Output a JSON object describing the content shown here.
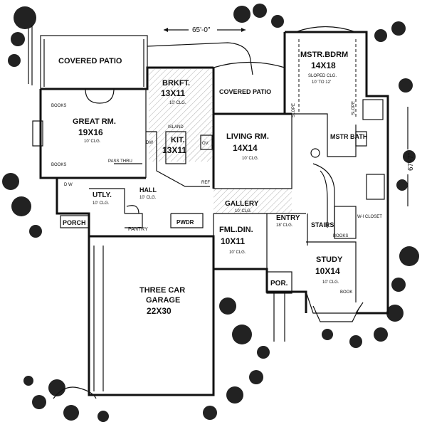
{
  "dimensions": {
    "width_total": "65'-0\"",
    "depth_total": "67'-7\""
  },
  "rooms": {
    "covered_patio_left": "COVERED PATIO",
    "covered_patio_center": "COVERED PATIO",
    "brkft_name": "BRKFT.",
    "brkft_size": "13X11",
    "brkft_clg": "10' CLG.",
    "great_name": "GREAT RM.",
    "great_size": "19X16",
    "great_clg": "10' CLG.",
    "kit_name": "KIT.",
    "kit_size": "13X11",
    "island": "ISLAND",
    "living_name": "LIVING RM.",
    "living_size": "14X14",
    "living_clg": "10' CLG.",
    "mstr_bdrm_name": "MSTR.BDRM",
    "mstr_bdrm_size": "14X18",
    "mstr_bdrm_clg1": "SLOPED CLG.",
    "mstr_bdrm_clg2": "10' TO 12'",
    "mstr_bath": "MSTR BATH",
    "slope_left": "SLOPE",
    "slope_right": "SLOPE",
    "wi_closet": "W-I CLOSET",
    "gallery": "GALLERY",
    "gallery_clg": "10' CLG.",
    "entry": "ENTRY",
    "entry_clg": "18' CLG.",
    "stairs": "STAIRS",
    "fml_din_name": "FML.DIN.",
    "fml_din_size": "10X11",
    "fml_din_clg": "10' CLG.",
    "study_name": "STUDY",
    "study_size": "10X14",
    "study_clg": "10' CLG.",
    "book": "BOOK",
    "books_study": "BOOKS",
    "books_great1": "BOOKS",
    "books_great2": "BOOKS",
    "pass_thru": "PASS THRU",
    "utly": "UTLY.",
    "utly_clg": "10' CLG.",
    "hall": "HALL",
    "hall_clg": "10' CLG.",
    "porch": "PORCH",
    "pantry": "PANTRY",
    "pwdr": "PWDR",
    "por": "POR.",
    "garage_name1": "THREE CAR",
    "garage_name2": "GARAGE",
    "garage_size": "22X30",
    "dw": "DW",
    "ov": "OV.",
    "ref": "REF",
    "dw_utly": "D    W"
  }
}
